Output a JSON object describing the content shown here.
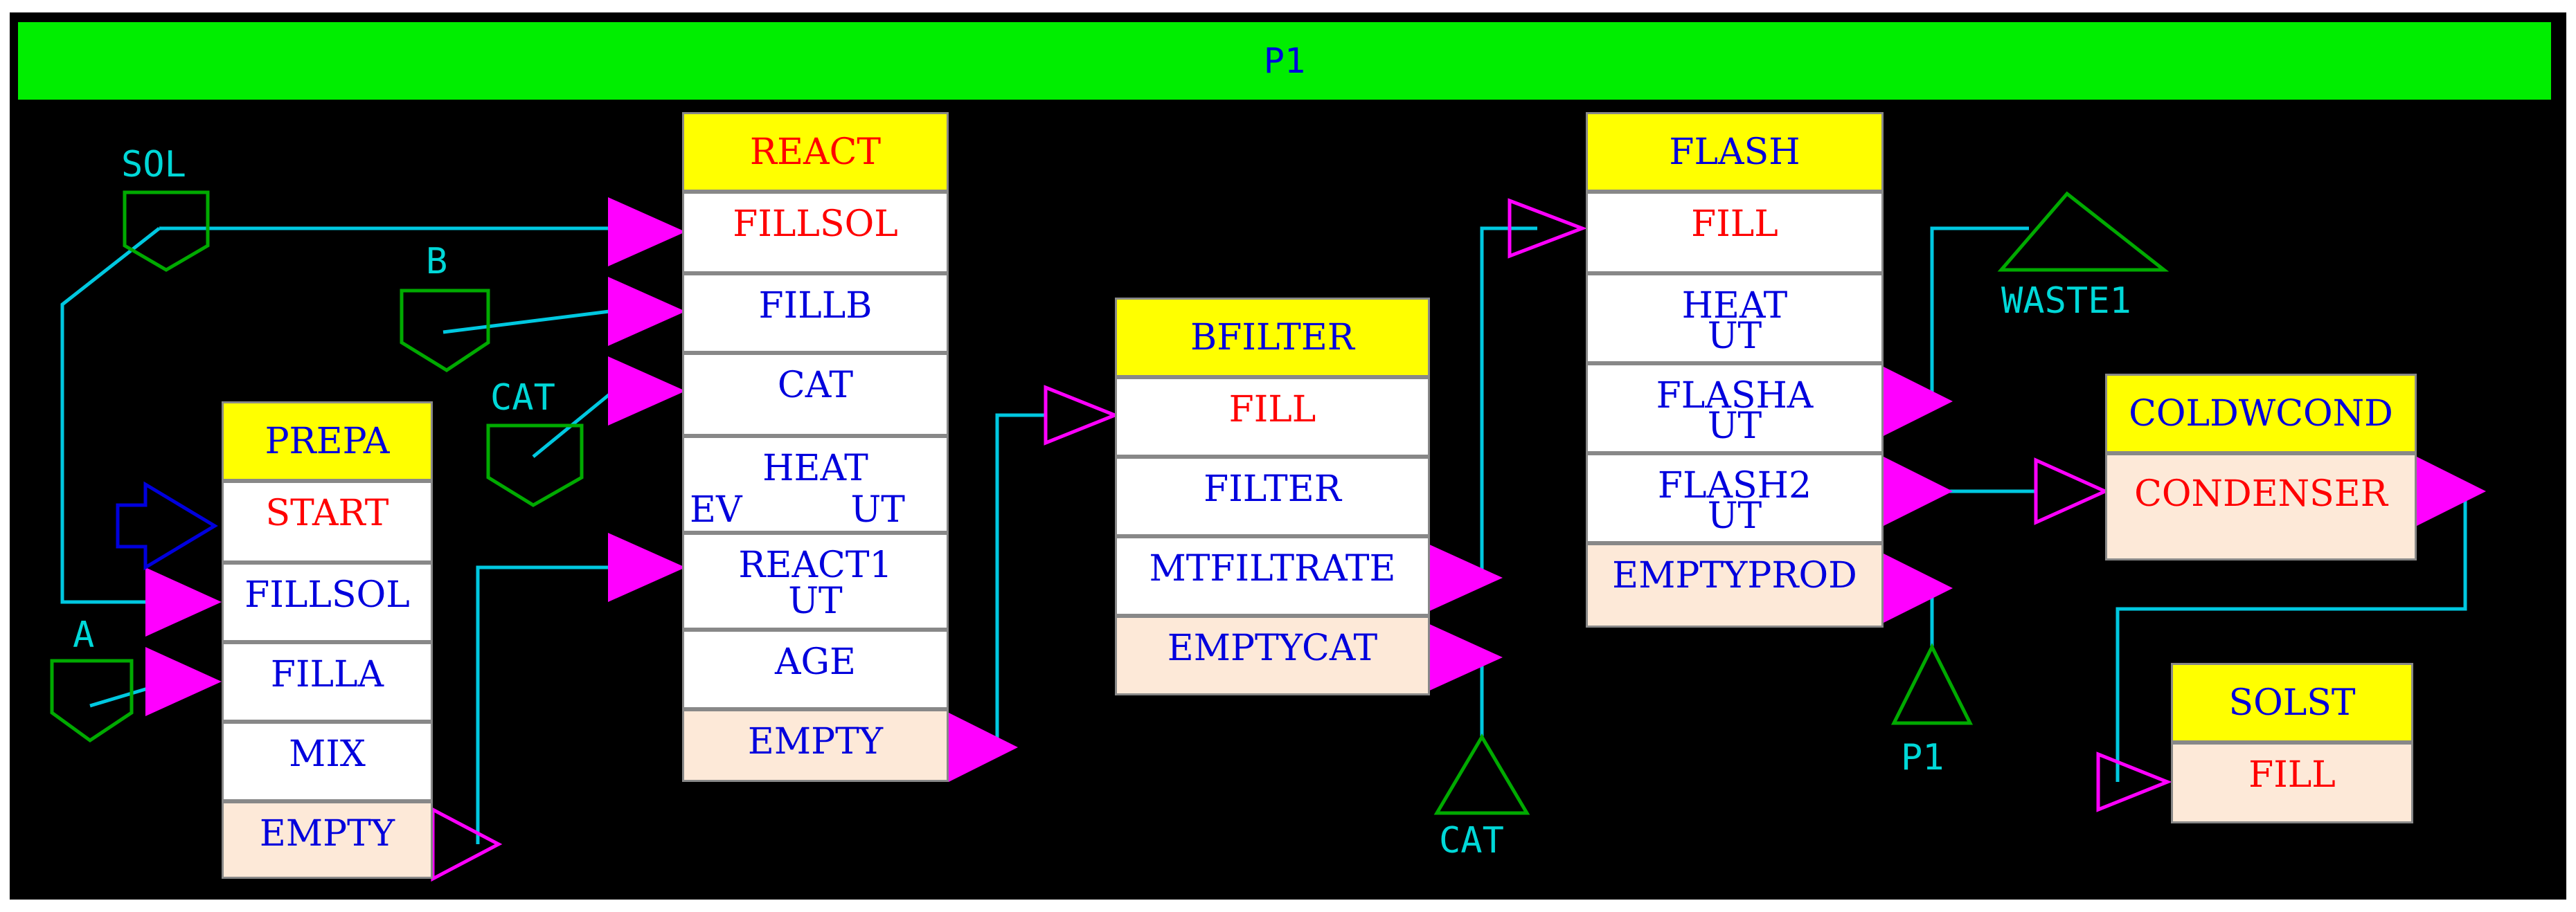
{
  "title": "P1",
  "colors": {
    "background": "#000000",
    "title_bar": "#00ee00",
    "header": "#ffff00",
    "wire": "#00c8e0",
    "arrow": "#ff00ff",
    "source": "#00aa00",
    "start": "#0000dd"
  },
  "boxes": {
    "prepa": {
      "title": "PREPA",
      "items": [
        "START",
        "FILLSOL",
        "FILLA",
        "MIX",
        "EMPTY"
      ]
    },
    "react": {
      "title": "REACT",
      "items": [
        "FILLSOL",
        "FILLB",
        "CAT",
        "HEAT",
        "EV",
        "UT",
        "REACT1",
        "UT",
        "AGE",
        "EMPTY"
      ]
    },
    "bfilter": {
      "title": "BFILTER",
      "items": [
        "FILL",
        "FILTER",
        "MTFILTRATE",
        "EMPTYCAT"
      ]
    },
    "flash": {
      "title": "FLASH",
      "items": [
        "FILL",
        "HEAT",
        "UT",
        "FLASHA",
        "UT",
        "FLASH2",
        "UT",
        "EMPTYPROD"
      ]
    },
    "coldwcond": {
      "title": "COLDWCOND",
      "items": [
        "CONDENSER"
      ]
    },
    "solst": {
      "title": "SOLST",
      "items": [
        "FILL"
      ]
    }
  },
  "labels": {
    "sol": "SOL",
    "b": "B",
    "cat_in": "CAT",
    "a": "A",
    "cat_out": "CAT",
    "waste1": "WASTE1",
    "p1": "P1"
  }
}
